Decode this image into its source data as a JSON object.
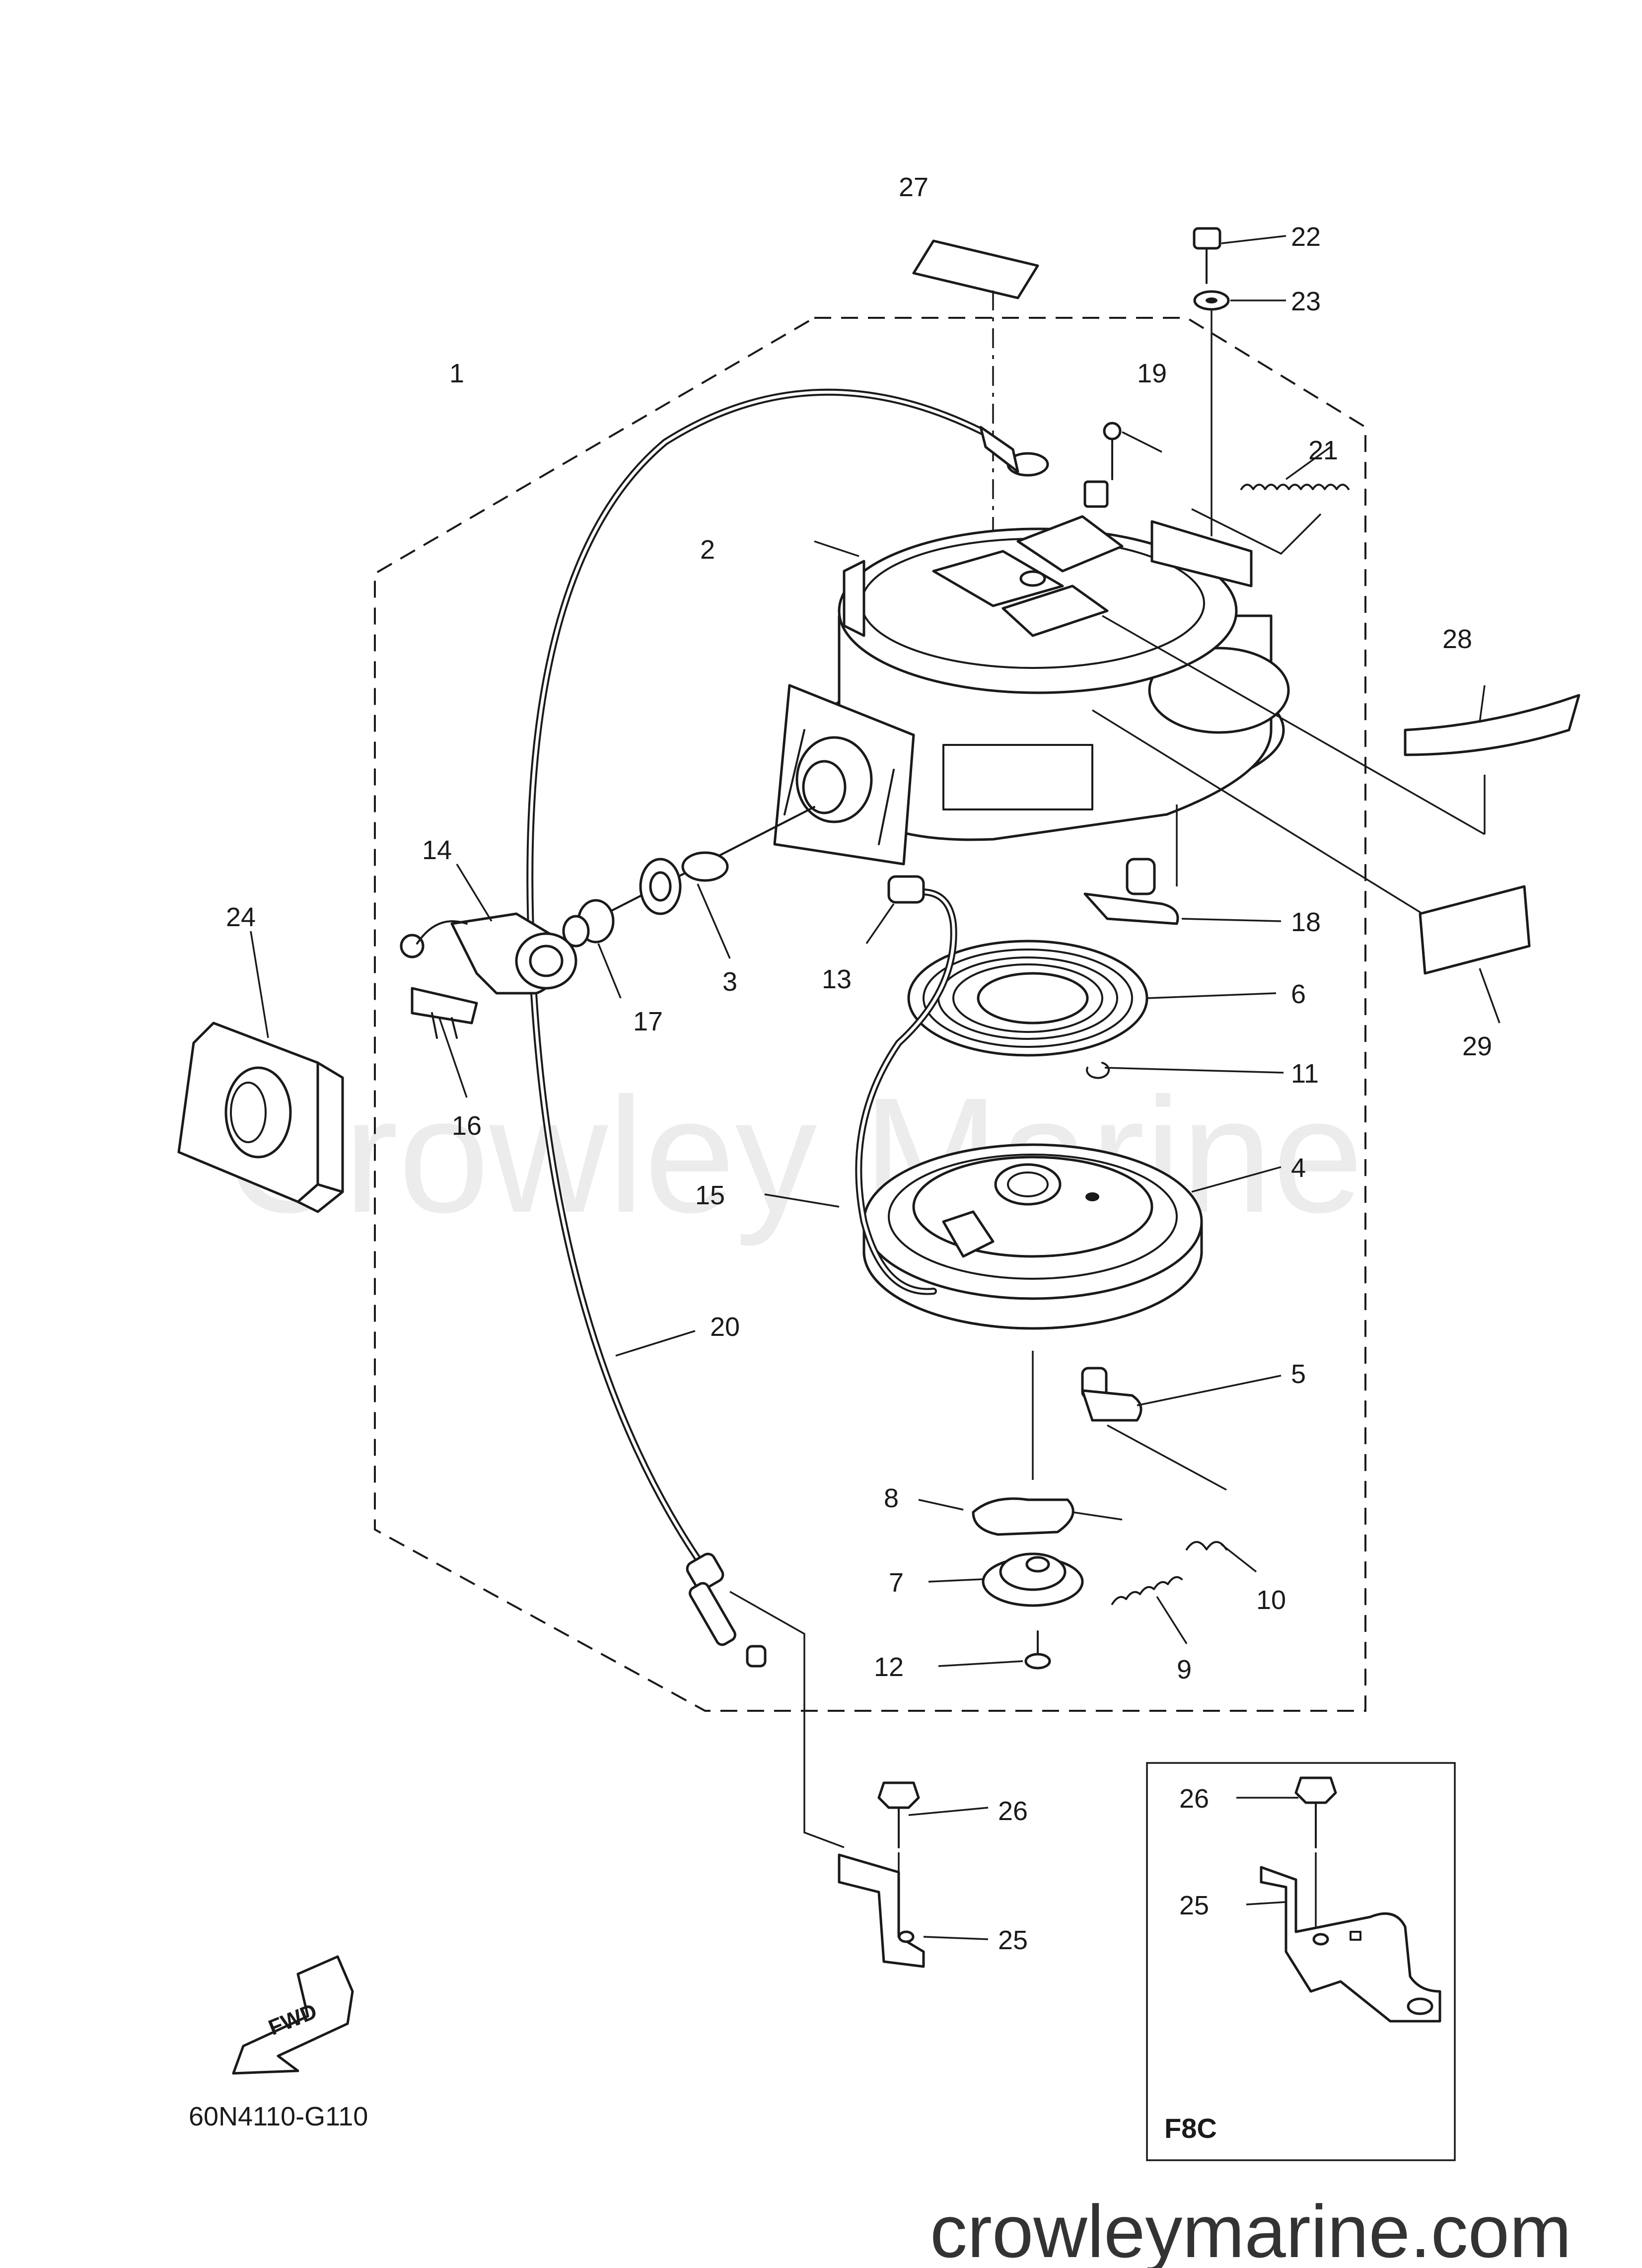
{
  "diagram": {
    "part_numbers": [
      "1",
      "2",
      "3",
      "4",
      "5",
      "6",
      "7",
      "8",
      "9",
      "10",
      "11",
      "12",
      "13",
      "14",
      "15",
      "16",
      "17",
      "18",
      "19",
      "20",
      "21",
      "22",
      "23",
      "24",
      "25",
      "26",
      "27",
      "28",
      "29",
      "26",
      "25"
    ],
    "inset_label": "F8C",
    "forward_arrow_label": "FWD",
    "diagram_code": "60N4110-G110",
    "watermark": "Crowley Marine",
    "footer_url": "crowleymarine.com"
  }
}
